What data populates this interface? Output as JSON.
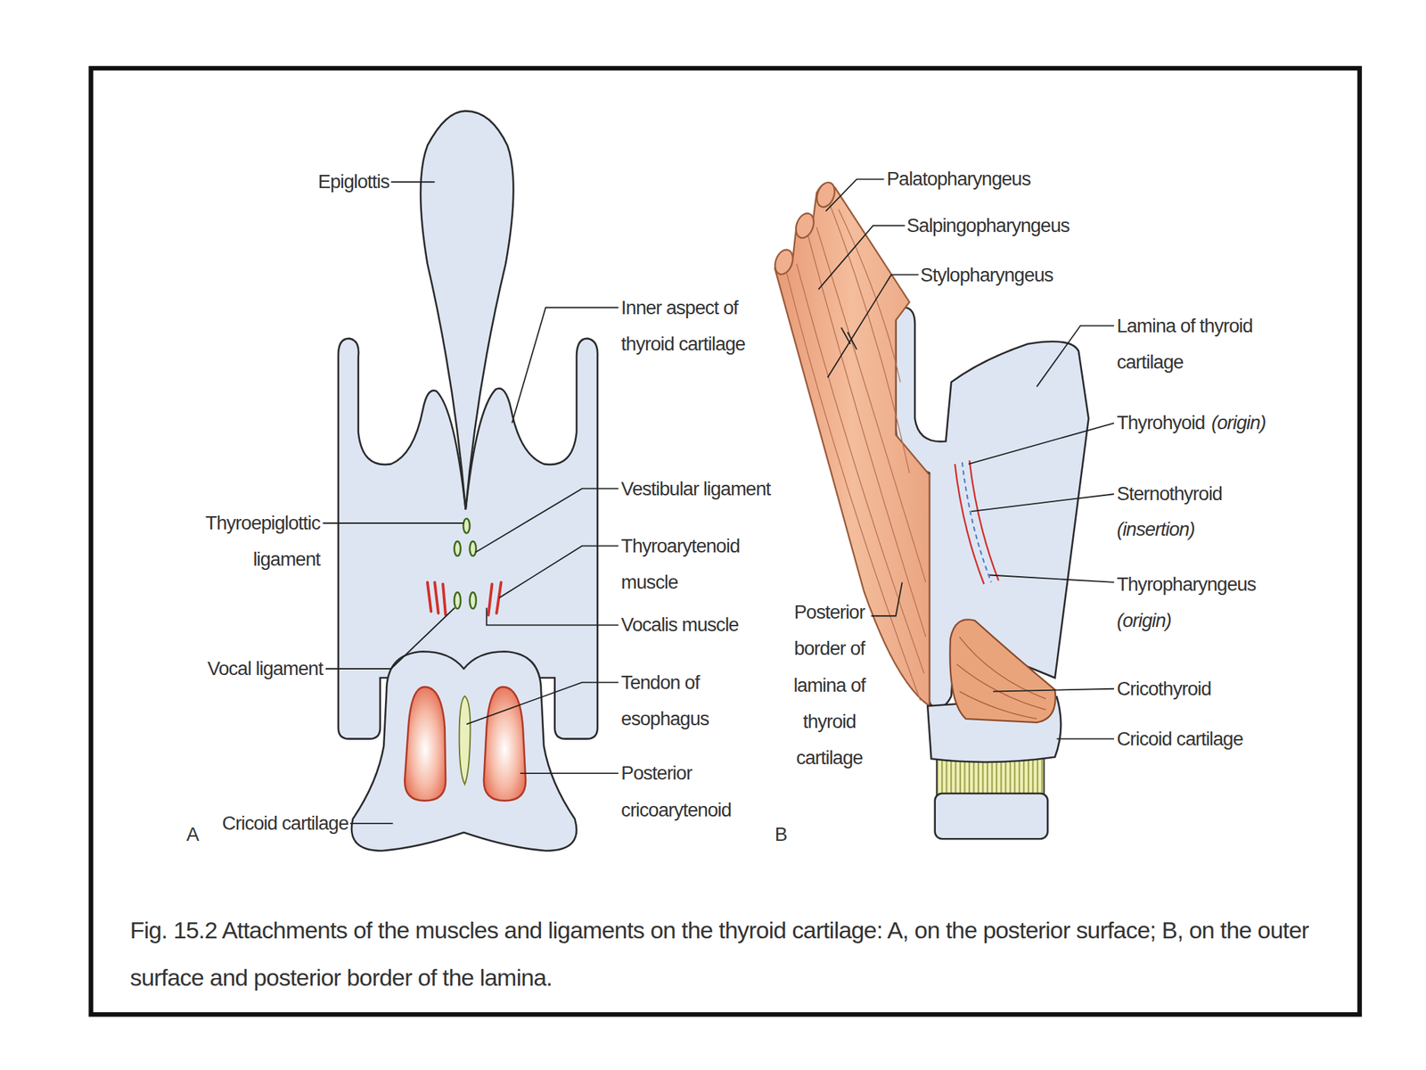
{
  "diagram": {
    "caption": "Fig. 15.2 Attachments of the muscles and ligaments on the thyroid cartilage: A, on the posterior surface; B, on the outer surface and posterior border of the lamina.",
    "labels": [
      "Epiglottis",
      "Inner aspect of thyroid cartilage",
      "Thyroepiglottic ligament",
      "Vestibular ligament",
      "Thyroarytenoid muscle",
      "Vocalis muscle",
      "Vocal ligament",
      "Tendon of esophagus",
      "Posterior cricoarytenoid",
      "Cricoid cartilage",
      "A",
      "Palatopharyngeus",
      "Salpingopharyngeus",
      "Stylopharyngeus",
      "Lamina of thyroid cartilage",
      "Thyrohyoid",
      "(origin)",
      "Sternothyroid",
      "(insertion)",
      "Thyropharyngeus",
      "(origin)",
      "Posterior border of lamina of thyroid cartilage",
      "Cricothyroid",
      "Cricoid cartilage",
      "B"
    ]
  }
}
